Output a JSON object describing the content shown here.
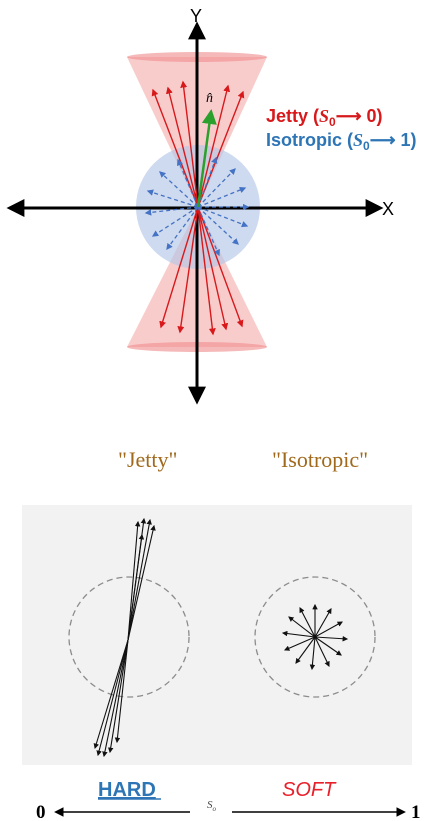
{
  "top_diagram": {
    "y_axis_label": "Y",
    "x_axis_label": "X",
    "axis_vector_label": "n̂",
    "legend": {
      "jetty": {
        "word": "Jetty",
        "s_symbol": "S",
        "s_subscript": "0",
        "arrow_and_value": "⟶ 0)",
        "color": "#d7191c"
      },
      "isotropic": {
        "word": "Isotropic",
        "s_symbol": "S",
        "s_subscript": "0",
        "arrow_and_value": "⟶ 1)",
        "color": "#2e75b6"
      }
    },
    "colors": {
      "cone_fill": "#f4a3a3",
      "sphere_fill": "#b3c6e7",
      "jet_arrow": "#d7191c",
      "iso_arrow": "#4472c4",
      "axis_arrow": "#2ca02c"
    }
  },
  "bottom_diagram": {
    "jetty_title": "\"Jetty\"",
    "isotropic_title": "\"Isotropic\"",
    "title_color": "#a0691c",
    "panel_background": "#f2f2f2",
    "scale": {
      "left_value": "0",
      "right_value": "1",
      "variable": "S",
      "variable_subscript": "o",
      "hard_label": "HARD",
      "soft_label": "SOFT",
      "hard_color": "#2e75b6",
      "soft_color": "#e8202a"
    }
  }
}
